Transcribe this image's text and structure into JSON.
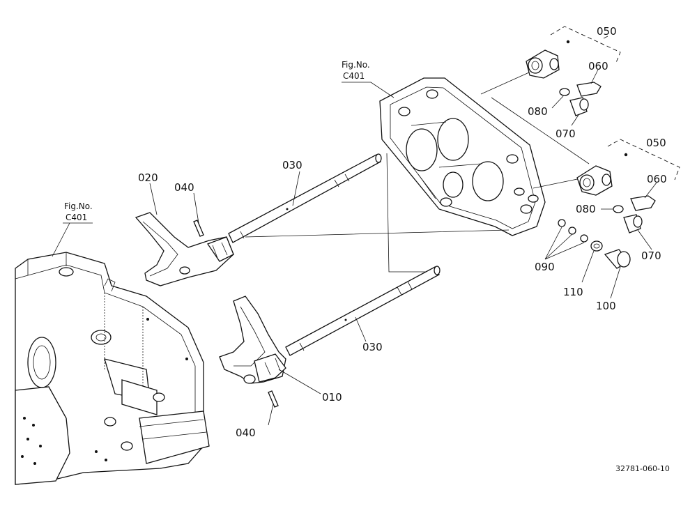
{
  "figure_refs": [
    {
      "title": "Fig.No.",
      "number": "C401"
    },
    {
      "title": "Fig.No.",
      "number": "C401"
    }
  ],
  "callouts": {
    "c010": "010",
    "c020": "020",
    "c030a": "030",
    "c030b": "030",
    "c040a": "040",
    "c040b": "040",
    "c050a": "050",
    "c050b": "050",
    "c060a": "060",
    "c060b": "060",
    "c070a": "070",
    "c070b": "070",
    "c080a": "080",
    "c080b": "080",
    "c090": "090",
    "c100": "100",
    "c110": "110"
  },
  "drawing_number": "32781-060-10"
}
